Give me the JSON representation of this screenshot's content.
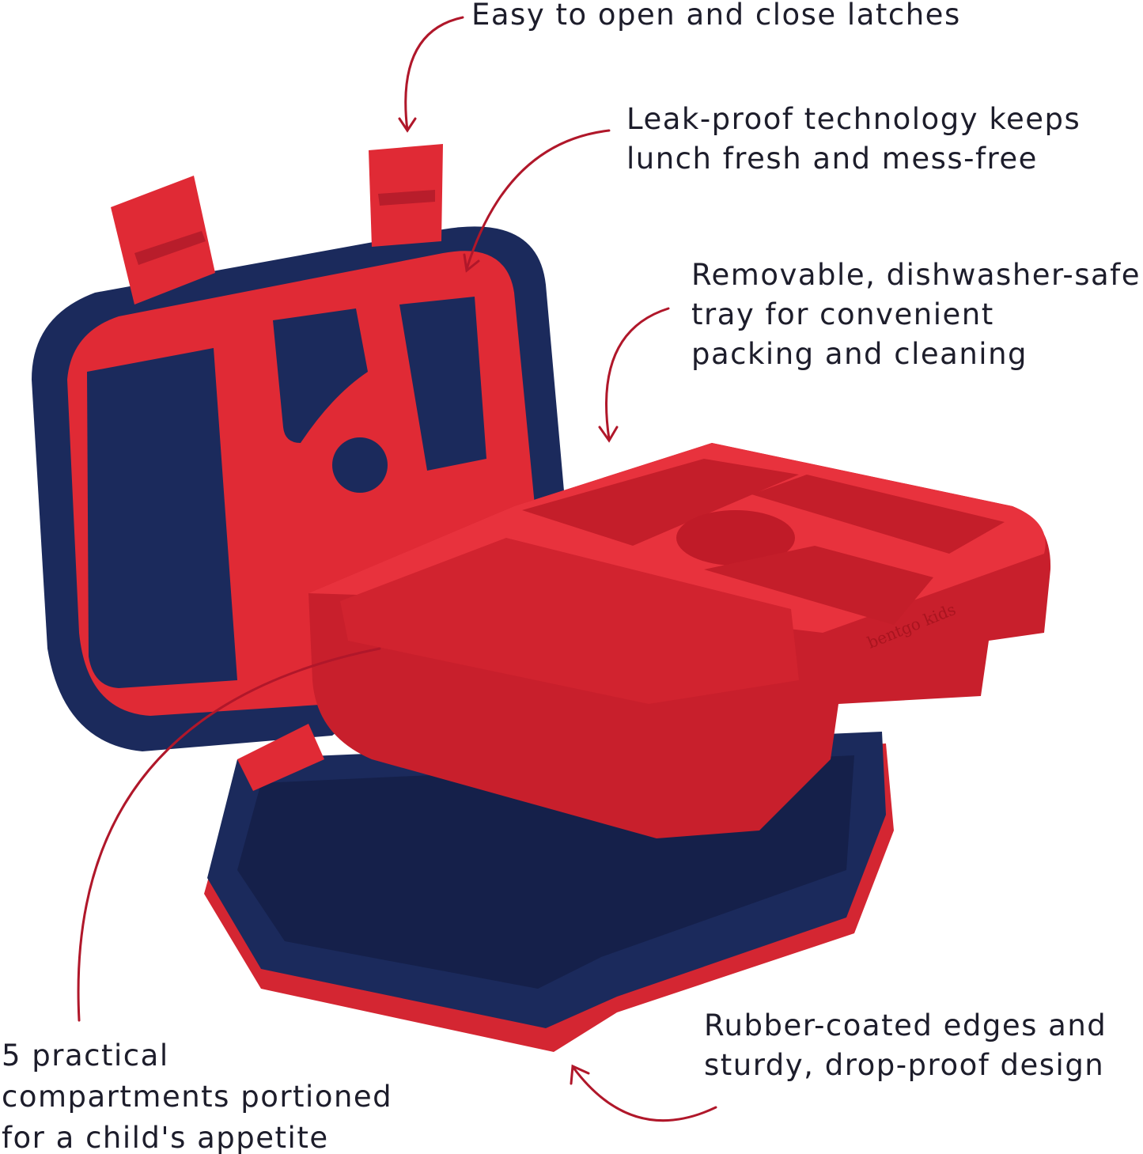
{
  "colors": {
    "red": "#e02a35",
    "dark_red": "#b81d2b",
    "navy": "#1b2a5c",
    "arrow": "#b0172a",
    "text": "#1d1d2b"
  },
  "product": {
    "brand_emboss": "bentgo kids"
  },
  "callouts": {
    "latches": {
      "lines": [
        "Easy to open and close latches"
      ]
    },
    "leakproof": {
      "lines": [
        "Leak-proof technology keeps",
        "lunch fresh and mess-free"
      ]
    },
    "tray": {
      "lines": [
        "Removable, dishwasher-safe",
        "tray for convenient",
        "packing and cleaning"
      ]
    },
    "edges": {
      "lines": [
        "Rubber-coated edges and",
        "sturdy, drop-proof design"
      ]
    },
    "compartments": {
      "lines": [
        "5 practical",
        "compartments portioned",
        "for a child's appetite"
      ]
    }
  }
}
